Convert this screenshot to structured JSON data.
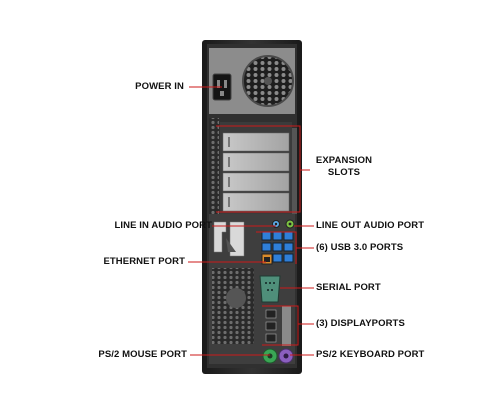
{
  "diagram": {
    "labels_left": {
      "power_in": "POWER IN",
      "line_in_audio_port": "LINE IN AUDIO PORT",
      "ethernet_port": "ETHERNET PORT",
      "ps2_mouse_port": "PS/2 MOUSE PORT"
    },
    "labels_right": {
      "expansion_slots_line1": "EXPANSION",
      "expansion_slots_line2": "SLOTS",
      "line_out_audio_port": "LINE OUT AUDIO PORT",
      "usb_ports": "(6) USB 3.0 PORTS",
      "serial_port": "SERIAL PORT",
      "displayports": "(3) DISPLAYPORTS",
      "ps2_keyboard_port": "PS/2 KEYBOARD PORT"
    },
    "colors": {
      "callout_line": "#cc1a1a",
      "chassis": "#2b2b2b",
      "panel": "#7a7a7a",
      "usb_blue": "#2f7fd8",
      "mouse_green": "#3aa655",
      "keyboard_purple": "#8b5fbf",
      "audio_green": "#7cc242",
      "audio_blue": "#5aa9e6",
      "ethernet_orange": "#d98b2b"
    }
  }
}
